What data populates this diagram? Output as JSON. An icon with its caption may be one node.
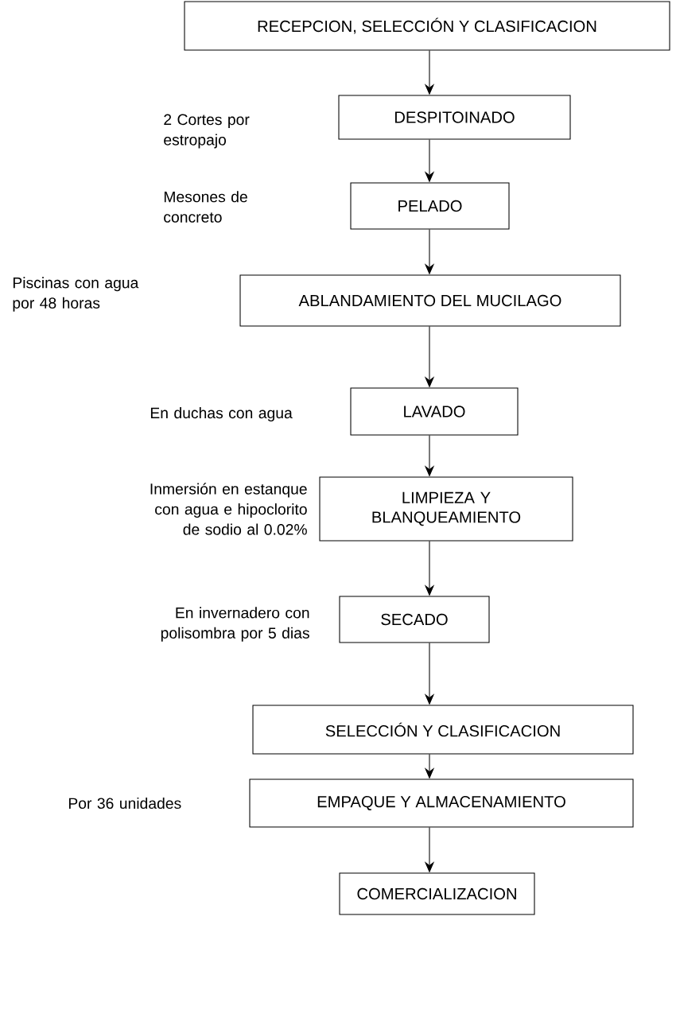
{
  "diagram": {
    "nodes": [
      {
        "text": [
          "RECEPCION, SELECCIÓN  Y CLASIFICACION"
        ]
      },
      {
        "text": [
          "DESPITOINADO"
        ]
      },
      {
        "text": [
          "PELADO"
        ]
      },
      {
        "text": [
          "ABLANDAMIENTO DEL MUCILAGO"
        ]
      },
      {
        "text": [
          "LAVADO"
        ]
      },
      {
        "text": [
          "LIMPIEZA Y BLANQUEAMIENTO"
        ],
        "beside": [
          "Inmersión en estanque con agua e hipoclorito de sodio al 0.02%"
        ]
      },
      {
        "text": [
          "SECADO"
        ],
        "beside": [
          "En invernadero con polisombra por 5 dias"
        ]
      },
      {
        "text": [
          "SELECCIÓN  Y CLASIFICACION"
        ]
      },
      {
        "text": [
          "EMPAQUE Y ALMACENAMIENTO"
        ]
      },
      {
        "text": [
          "COMERCIALIZACION"
        ]
      }
    ],
    "edges": [
      {
        "from": 0,
        "to": 1,
        "arrow": "to"
      },
      {
        "from": 1,
        "to": 2,
        "arrow": "to"
      },
      {
        "from": 2,
        "to": 3,
        "arrow": "to"
      },
      {
        "from": 3,
        "to": 4,
        "arrow": "to"
      },
      {
        "from": 4,
        "to": 5,
        "arrow": "to"
      },
      {
        "from": 5,
        "to": 6,
        "arrow": "to"
      },
      {
        "from": 6,
        "to": 7,
        "arrow": "to"
      },
      {
        "from": 7,
        "to": 8,
        "arrow": "to"
      },
      {
        "from": 8,
        "to": 9,
        "arrow": "to"
      }
    ],
    "labels": [
      "2 Cortes por estropajo",
      "Mesones de concreto",
      "Piscinas con agua por 48 horas",
      "En duchas con agua",
      "Por 36 unidades"
    ]
  }
}
